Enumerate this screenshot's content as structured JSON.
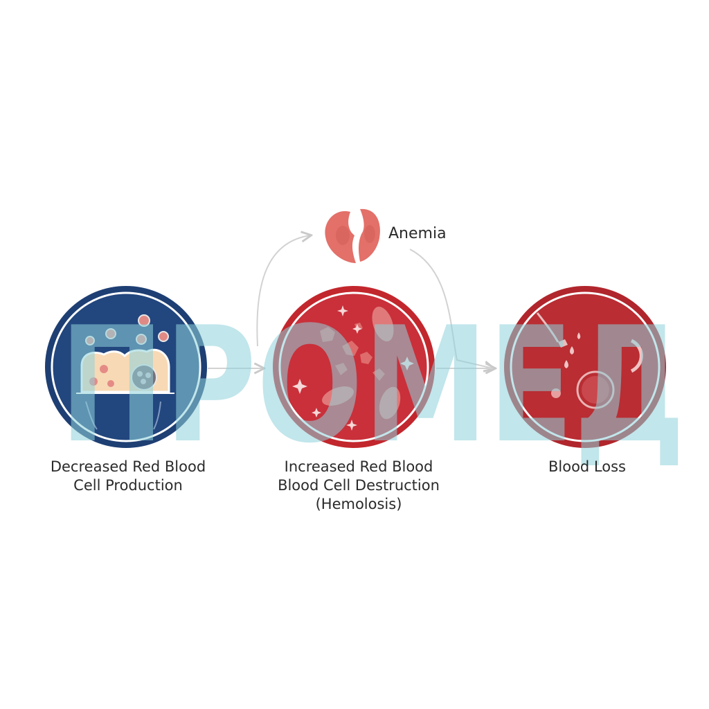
{
  "title": "Anemia",
  "causes": [
    {
      "lines": [
        "Decreased Red Blood",
        "Cell Production"
      ]
    },
    {
      "lines": [
        "Increased Red Blood",
        "Blood Cell Destruction",
        "(Hemolosis)"
      ]
    },
    {
      "lines": [
        "Blood Loss"
      ]
    }
  ],
  "watermark": {
    "text": "ПРОМЕД"
  },
  "colors": {
    "navy": "#1e3f73",
    "crimson": "#c2272d",
    "wine": "#b0262c",
    "blush": "#e37069",
    "watermark": "#8fd3dc"
  }
}
